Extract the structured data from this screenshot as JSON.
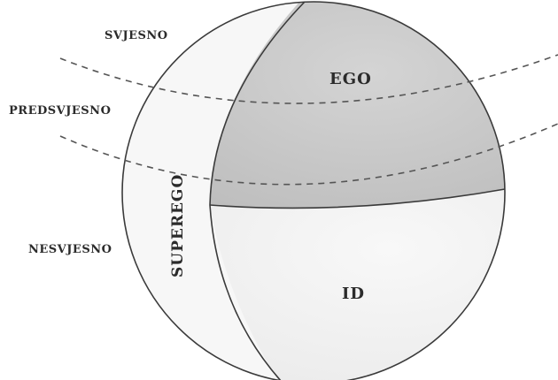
{
  "labels": {
    "conscious": "SVJESNO",
    "preconscious": "PREDSVJESNO",
    "unconscious": "NESVJESNO",
    "superego": "SUPEREGO",
    "ego": "EGO",
    "id": "ID"
  },
  "colors": {
    "ego_region": "#c8c8c8",
    "id_region": "#f3f3f3",
    "superego_region": "#f7f7f7",
    "outline": "#3a3a3a",
    "dashed_lines": "#555555",
    "text": "#2b2b2b"
  }
}
